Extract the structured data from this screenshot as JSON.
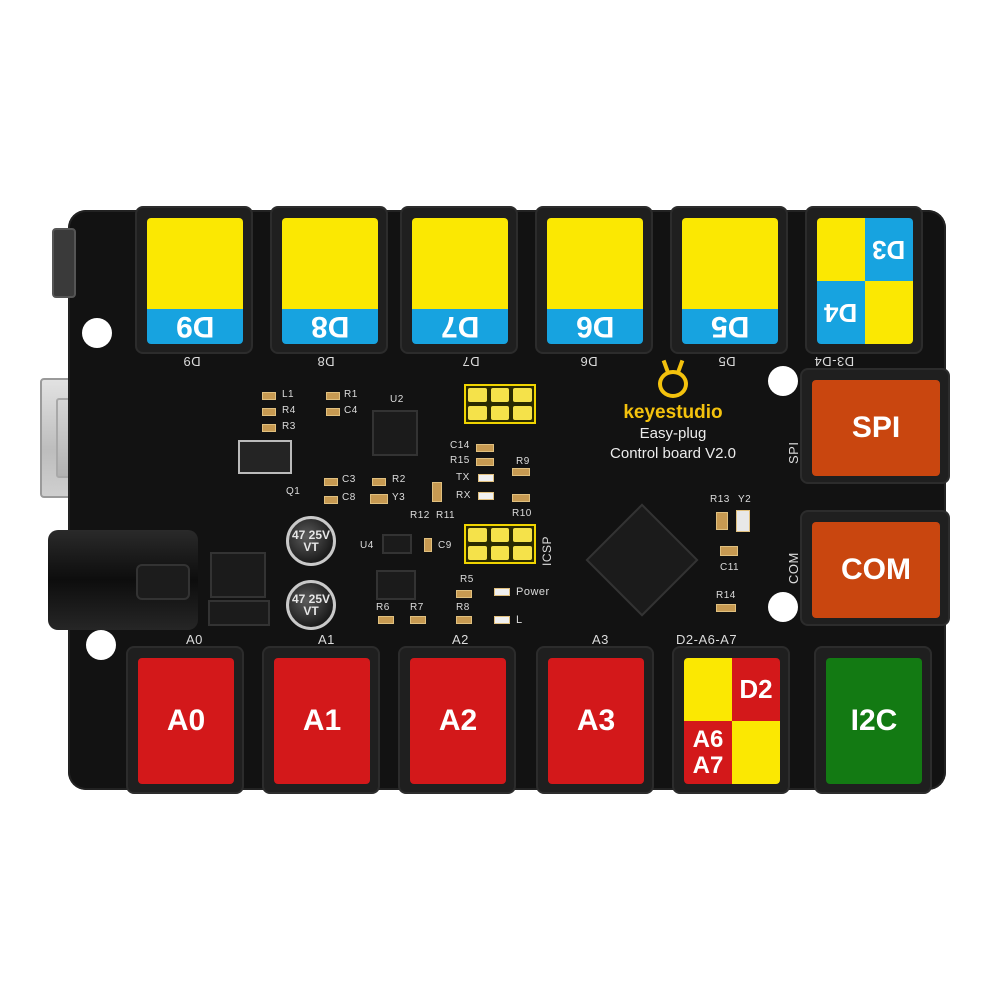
{
  "top_row": [
    {
      "label": "D9",
      "silk": "D9"
    },
    {
      "label": "D8",
      "silk": "D8"
    },
    {
      "label": "D7",
      "silk": "D7"
    },
    {
      "label": "D6",
      "silk": "D6"
    },
    {
      "label": "D5",
      "silk": "D5"
    }
  ],
  "top_corner": {
    "label_a": "D3",
    "label_b": "D4",
    "silk": "D3-D4"
  },
  "bottom_row": [
    {
      "label": "A0",
      "silk": "A0"
    },
    {
      "label": "A1",
      "silk": "A1"
    },
    {
      "label": "A2",
      "silk": "A2"
    },
    {
      "label": "A3",
      "silk": "A3"
    }
  ],
  "bottom_corner": {
    "label_a": "D2",
    "label_b": "A6",
    "label_c": "A7",
    "silk": "D2-A6-A7"
  },
  "right_side": [
    {
      "label": "SPI",
      "silk": "SPI"
    },
    {
      "label": "COM",
      "silk": "COM"
    }
  ],
  "i2c": {
    "label": "I2C"
  },
  "logo": {
    "brand": "keyestudio",
    "line1": "Easy-plug",
    "line2": "Control board V2.0"
  },
  "silkscreen": {
    "icsp": "ICSP",
    "power": "Power",
    "l": "L",
    "tx": "TX",
    "rx": "RX",
    "u2": "U2",
    "u4": "U4",
    "l1": "L1",
    "r1": "R1",
    "r2": "R2",
    "r3": "R3",
    "r4": "R4",
    "r5": "R5",
    "r6": "R6",
    "r7": "R7",
    "r8": "R8",
    "r9": "R9",
    "r10": "R10",
    "r11": "R11",
    "r12": "R12",
    "r13": "R13",
    "r14": "R14",
    "r15": "R15",
    "c3": "C3",
    "c4": "C4",
    "c8": "C8",
    "c9": "C9",
    "c11": "C11",
    "c14": "C14",
    "y2": "Y2",
    "y3": "Y3",
    "q1": "Q1",
    "cap_text": "47 25V VT"
  },
  "colors": {
    "board": "#121212",
    "yellow": "#fbe802",
    "blue": "#17a3e0",
    "red": "#d3181a",
    "orange": "#c9460f",
    "green": "#137a13"
  }
}
